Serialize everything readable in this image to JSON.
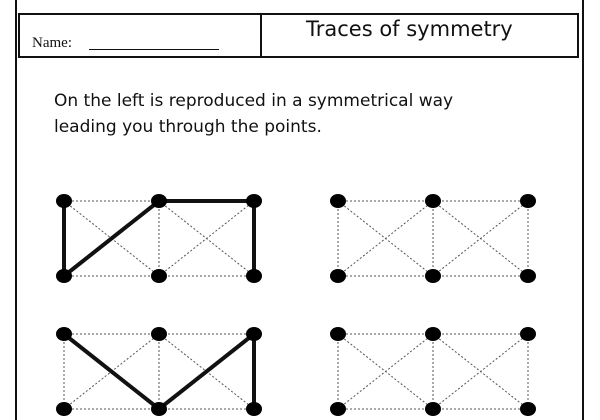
{
  "header": {
    "name_label": "Name:",
    "title": "Traces of symmetry"
  },
  "instructions": {
    "line1": "On the left is reproduced in a symmetrical way",
    "line2": "leading you through the points."
  },
  "puzzles": [
    {
      "id": "row1-example",
      "side": "left",
      "row": 1,
      "traced_path": [
        [
          0,
          0
        ],
        [
          0,
          1
        ],
        [
          1,
          0
        ],
        [
          2,
          0
        ],
        [
          2,
          1
        ]
      ]
    },
    {
      "id": "row1-answer",
      "side": "right",
      "row": 1,
      "traced_path": []
    },
    {
      "id": "row2-example",
      "side": "left",
      "row": 2,
      "traced_path": [
        [
          0,
          0
        ],
        [
          1,
          1
        ],
        [
          2,
          0
        ],
        [
          2,
          1
        ]
      ]
    },
    {
      "id": "row2-answer",
      "side": "right",
      "row": 2,
      "traced_path": []
    }
  ],
  "colors": {
    "ink": "#111111",
    "dots": "#000000",
    "dotted_lines": "#555555"
  }
}
